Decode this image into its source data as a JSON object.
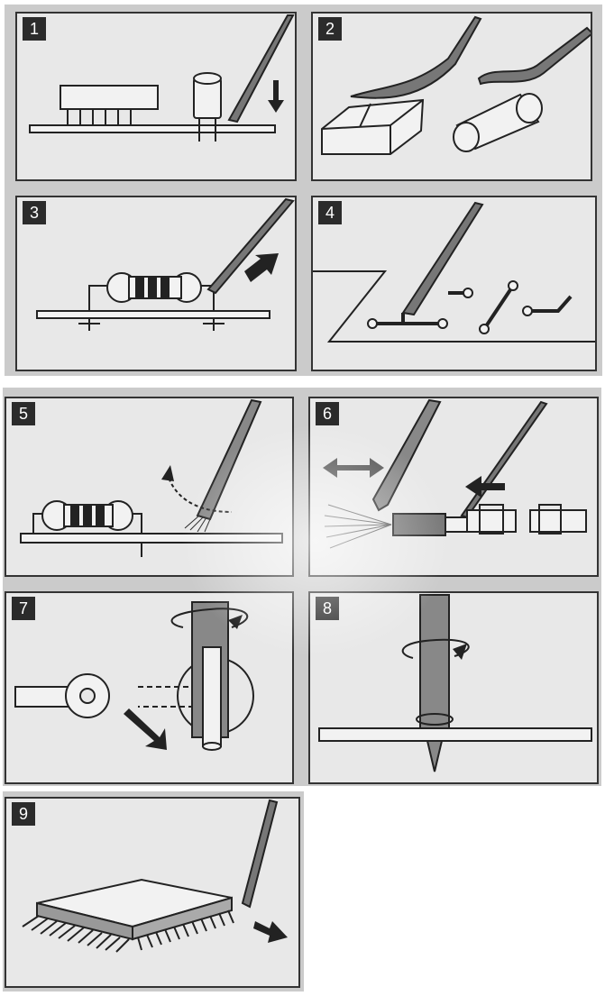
{
  "steps": [
    {
      "number": "1"
    },
    {
      "number": "2"
    },
    {
      "number": "3"
    },
    {
      "number": "4"
    },
    {
      "number": "5"
    },
    {
      "number": "6"
    },
    {
      "number": "7"
    },
    {
      "number": "8"
    },
    {
      "number": "9"
    }
  ],
  "colors": {
    "panel_bg": "#e8e8e8",
    "line": "#222222",
    "label_bg": "#2b2b2b"
  }
}
